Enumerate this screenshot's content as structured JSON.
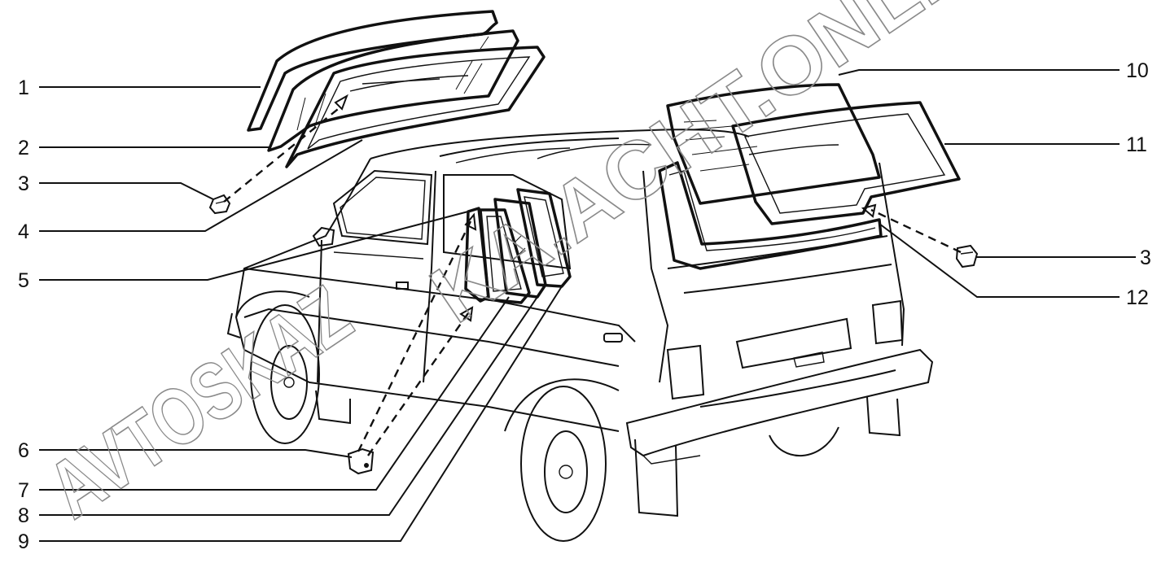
{
  "diagram": {
    "callouts": [
      {
        "id": "c1",
        "label": "1"
      },
      {
        "id": "c2",
        "label": "2"
      },
      {
        "id": "c3a",
        "label": "3"
      },
      {
        "id": "c4",
        "label": "4"
      },
      {
        "id": "c5",
        "label": "5"
      },
      {
        "id": "c6",
        "label": "6"
      },
      {
        "id": "c7",
        "label": "7"
      },
      {
        "id": "c8",
        "label": "8"
      },
      {
        "id": "c9",
        "label": "9"
      },
      {
        "id": "c10",
        "label": "10"
      },
      {
        "id": "c11",
        "label": "11"
      },
      {
        "id": "c3b",
        "label": "3"
      },
      {
        "id": "c12",
        "label": "12"
      }
    ]
  },
  "watermark": {
    "line1": "AVTOSKAZ",
    "line2": "KA.ACHT.ONLINE"
  }
}
